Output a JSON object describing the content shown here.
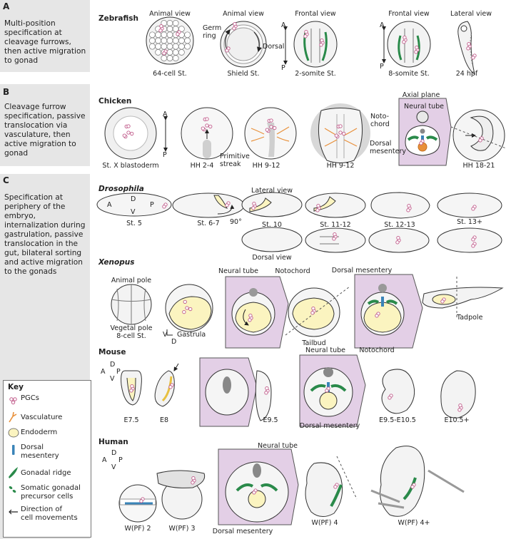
{
  "sections": {
    "A": {
      "letter": "A",
      "description": "Multi-position specification at cleavage furrows, then active migration to gonad"
    },
    "B": {
      "letter": "B",
      "description": "Cleavage furrow specification, passive translocation via vasculature, then active migration to gonad"
    },
    "C": {
      "letter": "C",
      "description": "Specification at periphery of the embryo, internalization during gastrulation, passive translocation in the gut, bilateral sorting and active migration to the gonads"
    }
  },
  "species": {
    "zebrafish": "Zebrafish",
    "chicken": "Chicken",
    "drosophila": "Drosophila",
    "xenopus": "Xenopus",
    "mouse": "Mouse",
    "human": "Human"
  },
  "zebrafish": {
    "view1": "Animal view",
    "view2": "Animal view",
    "view3": "Frontal view",
    "view4": "Frontal view",
    "view5": "Lateral view",
    "germ_ring": "Germ ring",
    "dorsal": "Dorsal",
    "axis_a": "A",
    "axis_p": "P",
    "axis_a2": "A",
    "axis_p2": "P",
    "stage1": "64-cell St.",
    "stage2": "Shield St.",
    "stage3": "2-somite St.",
    "stage4": "8-somite St.",
    "stage5": "24 hpf"
  },
  "chicken": {
    "axial_plane": "Axial plane",
    "neural_tube": "Neural tube",
    "notochord": "Noto-\nchord",
    "dorsal_mesentery": "Dorsal\nmesentery",
    "primitive_streak": "Primitive\nstreak",
    "axis_a": "A",
    "axis_p": "P",
    "stage1": "St. X blastoderm",
    "stage2": "HH 2-4",
    "stage3": "HH 9-12",
    "stage4": "HH 9-12",
    "stage5": "HH 18-21"
  },
  "drosophila": {
    "lateral_view": "Lateral view",
    "dorsal_view": "Dorsal view",
    "axis_a": "A",
    "axis_p": "P",
    "axis_d": "D",
    "axis_v": "V",
    "rotation": "90°",
    "stage1": "St. 5",
    "stage2": "St. 6-7",
    "stage3": "St. 10",
    "stage4": "St. 11-12",
    "stage5": "St. 12-13",
    "stage6": "St. 13+"
  },
  "xenopus": {
    "animal_pole": "Animal pole",
    "vegetal_pole": "Vegetal pole",
    "stage1": "8-cell St.",
    "gastrula": "Gastrula",
    "neural_tube": "Neural tube",
    "notochord": "Notochord",
    "dorsal_mesentery": "Dorsal mesentery",
    "tailbud": "Tailbud",
    "tadpole": "Tadpole",
    "axis_v": "V",
    "axis_d": "D"
  },
  "mouse": {
    "axis_d": "D",
    "axis_a": "A",
    "axis_p": "P",
    "axis_v": "V",
    "neural_tube": "Neural tube",
    "notochord": "Notochord",
    "dorsal_mesentery": "Dorsal mesentery",
    "stage1": "E7.5",
    "stage2": "E8",
    "stage3": "E9.5",
    "stage4": "E9.5-E10.5",
    "stage5": "E10.5+"
  },
  "human": {
    "axis_d": "D",
    "axis_a": "A",
    "axis_p": "P",
    "axis_v": "V",
    "neural_tube": "Neural tube",
    "dorsal_mesentery": "Dorsal mesentery",
    "stage1": "W(PF) 2",
    "stage2": "W(PF) 3",
    "stage3": "W(PF) 4",
    "stage4": "W(PF) 4+"
  },
  "key": {
    "title": "Key",
    "items": [
      {
        "icon": "pgc-icon",
        "label": "PGCs"
      },
      {
        "icon": "vasculature-icon",
        "label": "Vasculature"
      },
      {
        "icon": "endoderm-icon",
        "label": "Endoderm"
      },
      {
        "icon": "dorsal-mesentery-icon",
        "label": "Dorsal\nmesentery"
      },
      {
        "icon": "gonadal-ridge-icon",
        "label": "Gonadal ridge"
      },
      {
        "icon": "somatic-precursor-icon",
        "label": "Somatic gonadal\nprecursor cells"
      },
      {
        "icon": "arrow-icon",
        "label": "Direction of\ncell movements"
      }
    ]
  },
  "colors": {
    "sidebar": "#e6e6e6",
    "pgc": "#c05a8a",
    "endoderm": "#fbf4c0",
    "mesentery": "#3a84b8",
    "gonad": "#2a8a4a",
    "vasculature": "#e8903a",
    "highlight_panel": "#e3cfe6"
  }
}
